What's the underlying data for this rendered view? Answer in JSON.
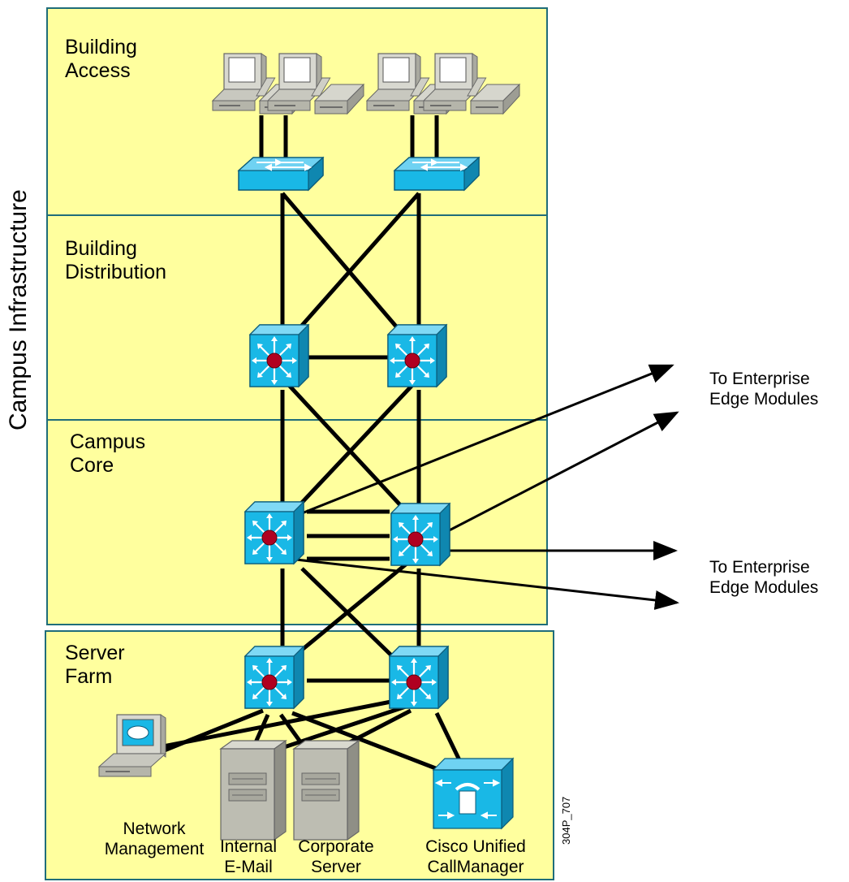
{
  "side_label": "Campus Infrastructure",
  "regions": {
    "building_access": "Building\nAccess",
    "building_distribution": "Building\nDistribution",
    "campus_core": "Campus\nCore",
    "server_farm": "Server\nFarm"
  },
  "edge_labels": {
    "upper": "To Enterprise\nEdge Modules",
    "lower": "To Enterprise\nEdge Modules"
  },
  "servers": {
    "network_management": "Network\nManagement",
    "internal_email": "Internal\nE-Mail",
    "corporate_server": "Corporate\nServer",
    "callmanager": "Cisco Unified\nCallManager"
  },
  "figure_code": "304P_707",
  "colors": {
    "zone_fill": "#ffff9e",
    "zone_border": "#1f6d7a",
    "device_blue": "#19b8e6",
    "router_core": "#b00020",
    "server_gray": "#b9b9ad"
  },
  "icons": {
    "workstation": "ip-phone-and-pc-icon",
    "access_switch": "workgroup-switch-icon",
    "multilayer_switch": "layer3-switch-icon",
    "server": "server-tower-icon",
    "callmanager": "callmanager-icon"
  }
}
